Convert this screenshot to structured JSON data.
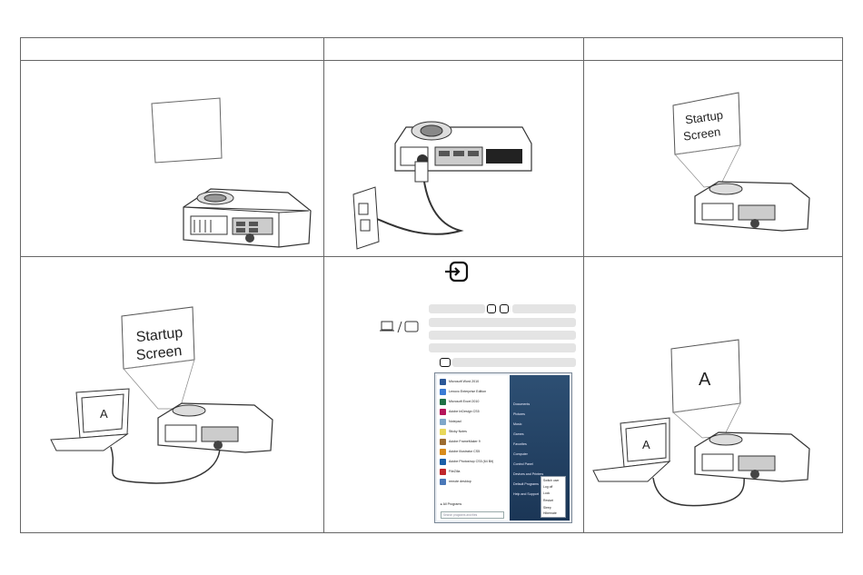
{
  "steps": [
    {
      "id": "setup-screen"
    },
    {
      "id": "plug-power"
    },
    {
      "id": "startup-screen",
      "screen_text": [
        "Startup",
        "Screen"
      ]
    },
    {
      "id": "connect-computer",
      "screen_text": [
        "Startup",
        "Screen"
      ],
      "laptop_text": "A"
    },
    {
      "id": "activate-output"
    },
    {
      "id": "computer-image",
      "screen_text": "A",
      "laptop_text": "A"
    }
  ],
  "icons": {
    "source_button": "source-input-icon",
    "display_toggle": "laptop-monitor-toggle-icon"
  },
  "start_menu": {
    "programs": [
      {
        "label": "Microsoft Word 2010",
        "color": "#2b5797"
      },
      {
        "label": "Lenovo Enterprise Edition",
        "color": "#3a7bd5"
      },
      {
        "label": "Microsoft Excel 2010",
        "color": "#1e7145"
      },
      {
        "label": "Adobe InDesign CS5",
        "color": "#b5145b"
      },
      {
        "label": "Notepad",
        "color": "#7fa7c9"
      },
      {
        "label": "Sticky Notes",
        "color": "#e8d85a"
      },
      {
        "label": "Adobe FrameMaker 9",
        "color": "#9c6b2f"
      },
      {
        "label": "Adobe Illustrator CS5",
        "color": "#d98b1a"
      },
      {
        "label": "Adobe Photoshop CS5 (64 Bit)",
        "color": "#1a5fa8"
      },
      {
        "label": "FileZilla",
        "color": "#c0262a"
      },
      {
        "label": "remote desktop",
        "color": "#4a78b8"
      }
    ],
    "all_programs": "All Programs",
    "search_placeholder": "Search programs and files",
    "right_items": [
      "Documents",
      "Pictures",
      "Music",
      "Games",
      "Favorites",
      "Computer",
      "Control Panel",
      "Devices and Printers",
      "Default Programs",
      "Help and Support"
    ],
    "shutdown_menu": [
      "Switch user",
      "Log off",
      "Lock",
      "Restart",
      "Sleep",
      "Hibernate"
    ]
  }
}
